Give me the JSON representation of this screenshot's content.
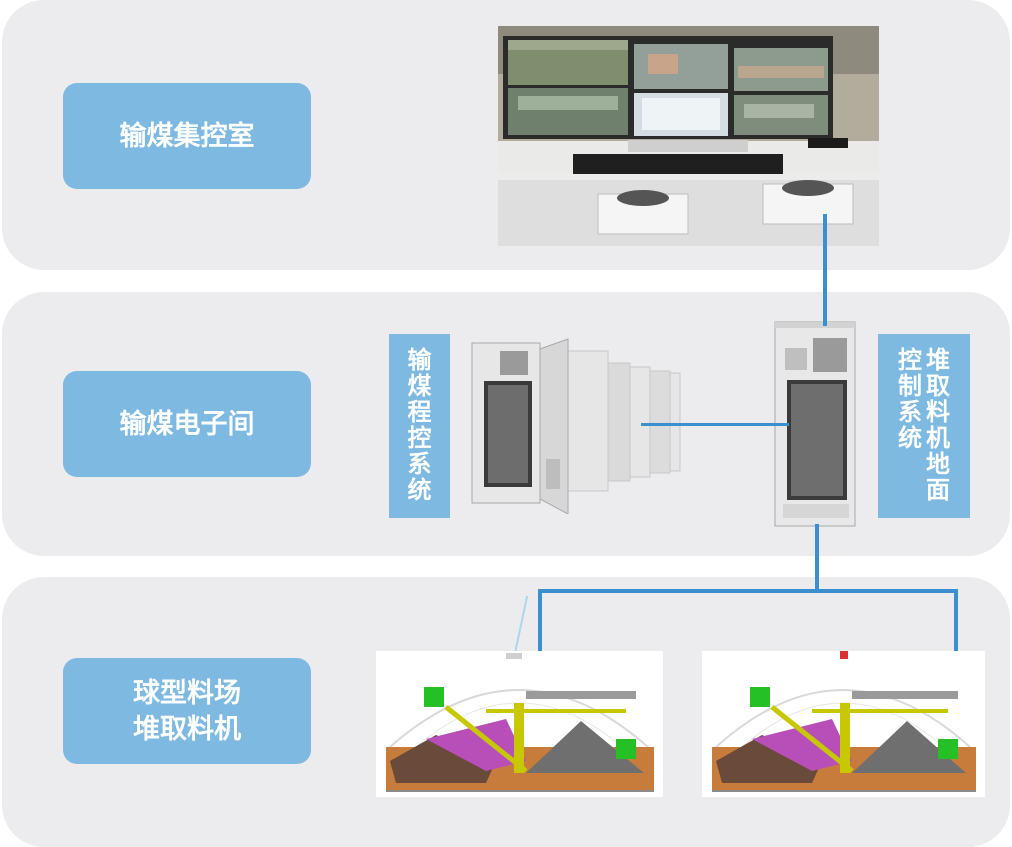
{
  "tiers": {
    "control_room": "输煤集控室",
    "electronics_room": "输煤电子间",
    "stockyard": [
      "球型料场",
      "堆取料机"
    ]
  },
  "systems": {
    "conveyor_program_control": "输煤程控系统",
    "stacker_reclaimer_ground_control": [
      "堆取料机地面",
      "控制系统"
    ]
  },
  "colors": {
    "band_background": "#ececee",
    "label_fill": "#7db9e0",
    "label_text": "#ffffff",
    "connector": "#3a8fcf"
  }
}
